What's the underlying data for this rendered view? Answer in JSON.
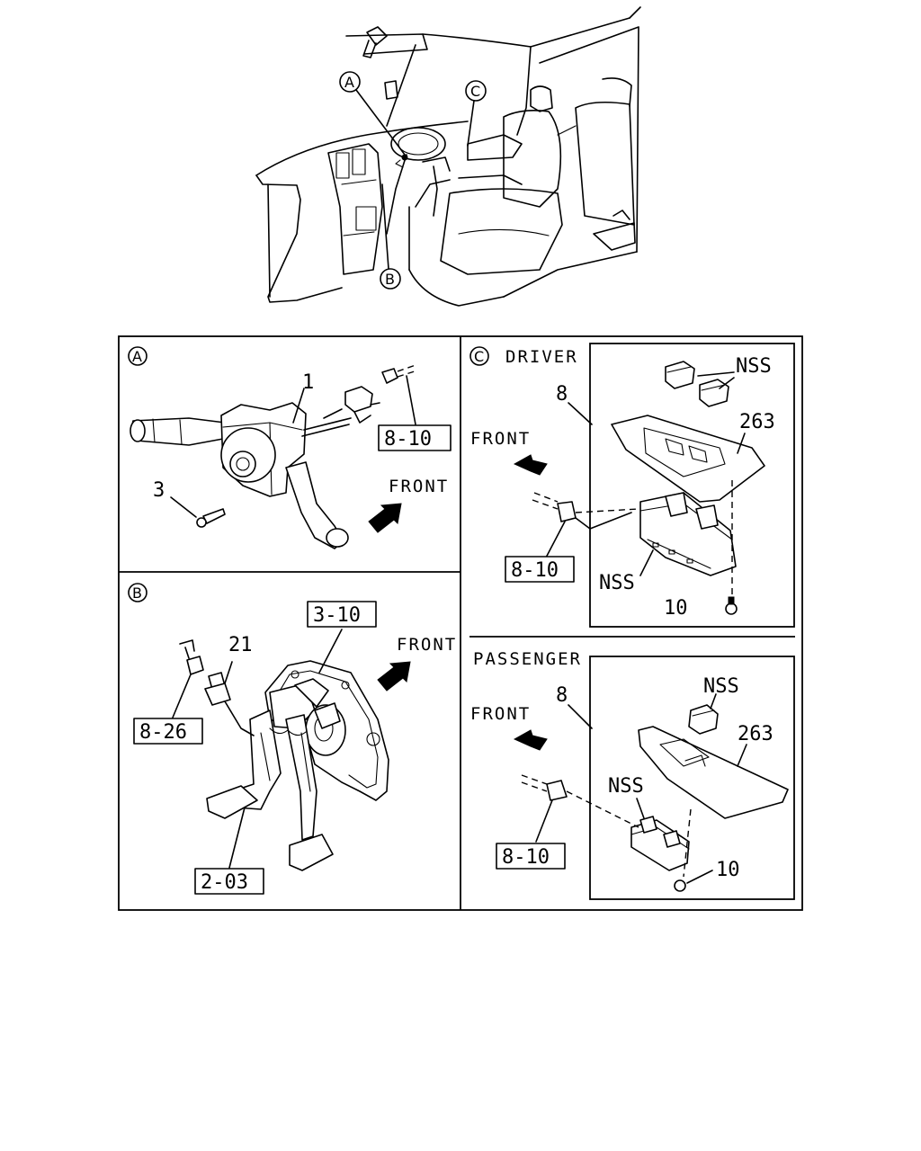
{
  "overview": {
    "callout_a": "A",
    "callout_b": "B",
    "callout_c": "C"
  },
  "panel_a": {
    "marker": "A",
    "part_1": "1",
    "part_3": "3",
    "ref_box": "8-10",
    "front": "FRONT"
  },
  "panel_b": {
    "marker": "B",
    "part_21": "21",
    "ref_top": "3-10",
    "ref_left": "8-26",
    "ref_bottom": "2-03",
    "front": "FRONT"
  },
  "panel_c": {
    "marker": "C",
    "driver": {
      "heading": "DRIVER",
      "front": "FRONT",
      "part_8": "8",
      "nss_top": "NSS",
      "part_263": "263",
      "nss_bottom": "NSS",
      "part_10": "10",
      "ref_box": "8-10"
    },
    "passenger": {
      "heading": "PASSENGER",
      "front": "FRONT",
      "part_8": "8",
      "nss_top": "NSS",
      "part_263": "263",
      "nss_mid": "NSS",
      "part_10": "10",
      "ref_box": "8-10"
    }
  }
}
